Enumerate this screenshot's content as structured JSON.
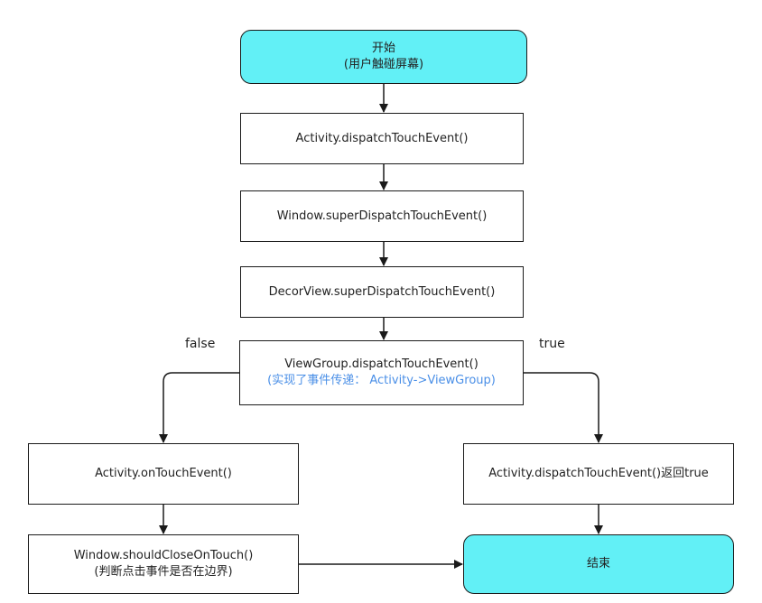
{
  "colors": {
    "terminal_fill": "#62f0f6",
    "line": "#1a1a1a",
    "highlight_text": "#4a8fe7"
  },
  "nodes": {
    "start": {
      "line1": "开始",
      "line2": "(用户触碰屏幕)"
    },
    "activity_dispatch": {
      "label": "Activity.dispatchTouchEvent()"
    },
    "window_super": {
      "label": "Window.superDispatchTouchEvent()"
    },
    "decorview_super": {
      "label": "DecorView.superDispatchTouchEvent()"
    },
    "viewgroup_dispatch": {
      "label": "ViewGroup.dispatchTouchEvent()",
      "note": "(实现了事件传递： Activity->ViewGroup)"
    },
    "activity_ontouch": {
      "label": "Activity.onTouchEvent()"
    },
    "window_shouldclose": {
      "line1": "Window.shouldCloseOnTouch()",
      "line2": "(判断点击事件是否在边界)"
    },
    "activity_return_true": {
      "label": "Activity.dispatchTouchEvent()返回true"
    },
    "end": {
      "label": "结束"
    }
  },
  "edges": {
    "false_label": "false",
    "true_label": "true"
  }
}
